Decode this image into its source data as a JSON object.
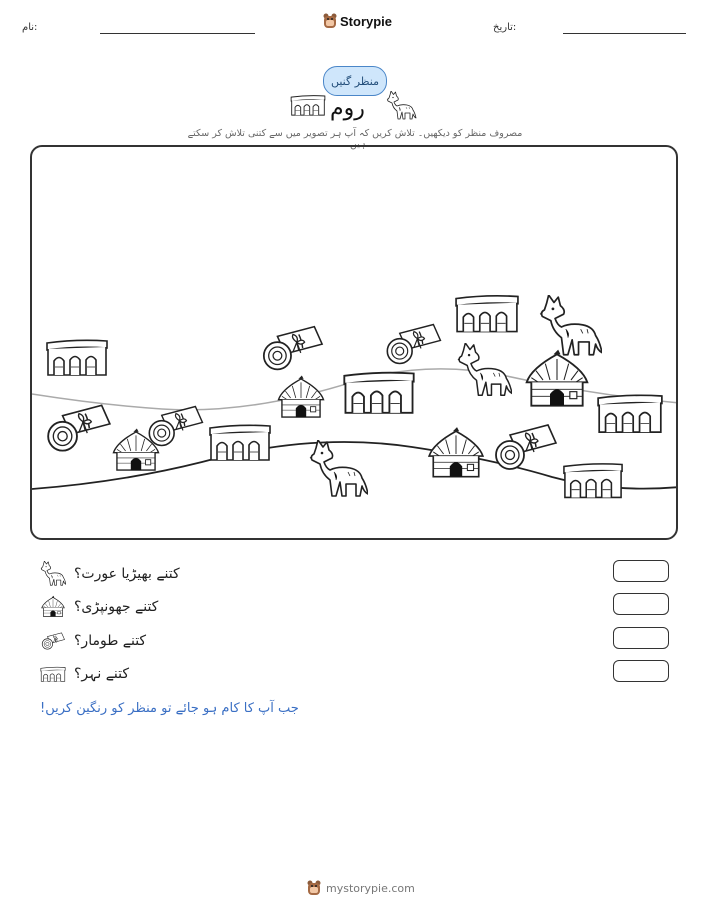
{
  "header": {
    "name_label": "نام:",
    "date_label": "تاریخ:",
    "brand": "Storypie"
  },
  "badge": "منظر گنیں",
  "title": "روم",
  "subtitle": "مصروف منظر کو دیکھیں۔ تلاش کریں کہ آپ ہر تصویر میں سے کتنی تلاش کر سکتے ہیں۔",
  "questions": [
    {
      "text": "کتنے بھیڑیا عورت؟",
      "icon": "wolf-icon"
    },
    {
      "text": "کتنے جھونپڑی؟",
      "icon": "hut-icon"
    },
    {
      "text": "کتنے طومار؟",
      "icon": "scroll-icon"
    },
    {
      "text": "کتنے نہر؟",
      "icon": "aqueduct-icon"
    }
  ],
  "note": "جب آپ کا کام ہو جائے تو منظر کو رنگین کریں!",
  "footer": "mystorypie.com"
}
